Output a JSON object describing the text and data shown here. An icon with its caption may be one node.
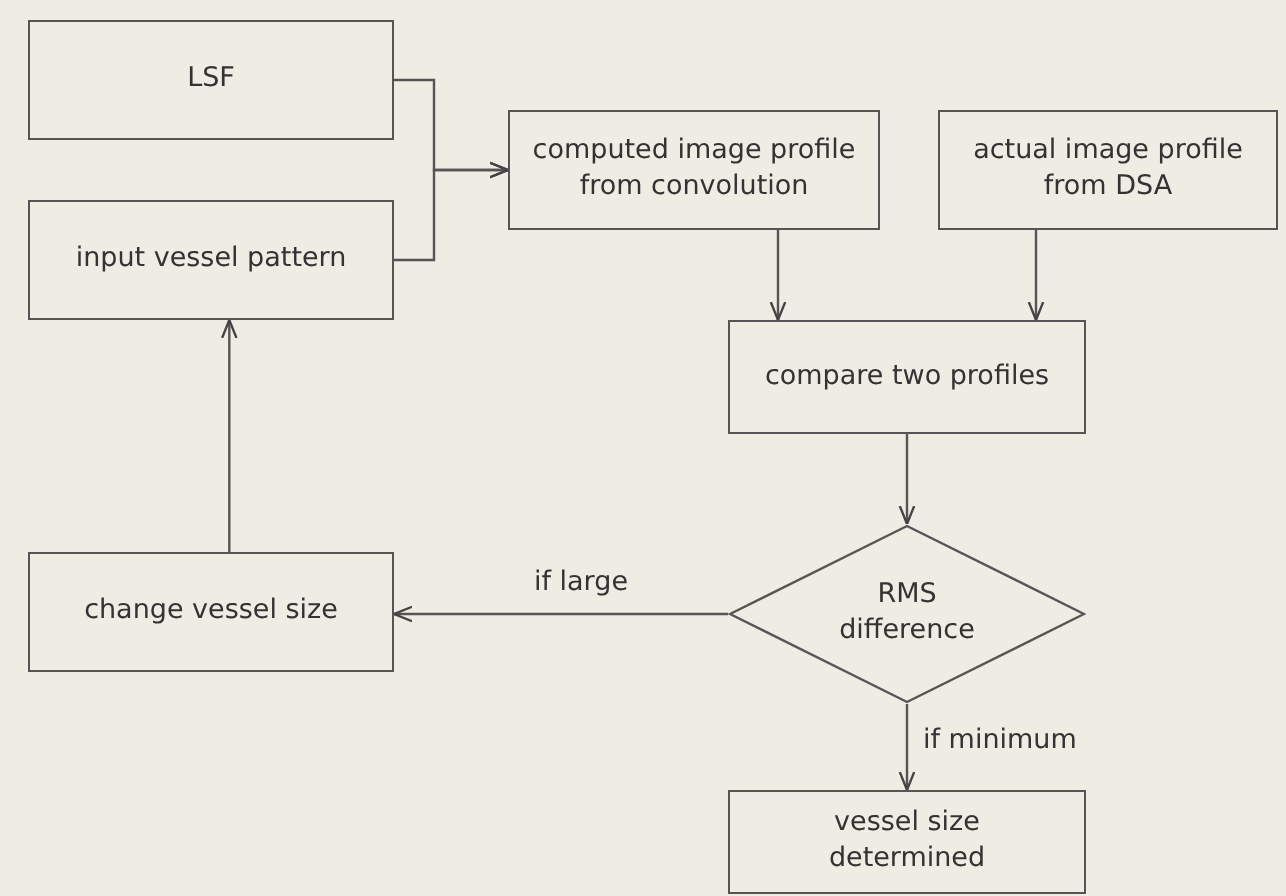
{
  "diagram": {
    "nodes": [
      {
        "text": [
          "LSF"
        ]
      },
      {
        "text": [
          "input vessel pattern"
        ]
      },
      {
        "text": [
          "computed image profile from convolution"
        ]
      },
      {
        "text": [
          "actual image profile from DSA"
        ]
      },
      {
        "text": [
          "compare two profiles"
        ]
      },
      {
        "text": [
          "RMS difference"
        ]
      },
      {
        "text": [
          "change vessel size"
        ]
      },
      {
        "text": [
          "vessel size determined"
        ]
      }
    ],
    "edges": [
      {
        "from": 0,
        "to": 2,
        "arrow": "to"
      },
      {
        "from": 1,
        "to": 2,
        "arrow": "to"
      },
      {
        "from": 2,
        "to": 4,
        "arrow": "to"
      },
      {
        "from": 3,
        "to": 4,
        "arrow": "to"
      },
      {
        "from": 4,
        "to": 5,
        "arrow": "to"
      },
      {
        "from": 5,
        "to": 6,
        "arrow": "to",
        "label": "if large"
      },
      {
        "from": 5,
        "to": 7,
        "arrow": "to",
        "label": "if minimum"
      },
      {
        "from": 6,
        "to": 1,
        "arrow": "to"
      }
    ]
  }
}
